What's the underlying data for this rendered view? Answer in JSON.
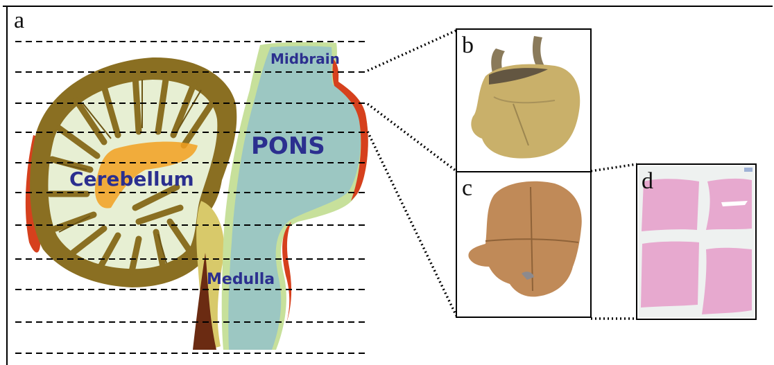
{
  "panels": {
    "a": "a",
    "b": "b",
    "c": "c",
    "d": "d"
  },
  "regions": {
    "midbrain": "Midbrain",
    "pons": "PONS",
    "cerebellum": "Cerebellum",
    "medulla": "Medulla"
  },
  "colors": {
    "pons_fill": "#9cc7c2",
    "cerebellum_fill": "#e7efd3",
    "folia": "#8a6f22",
    "orange_core": "#f2a020",
    "red_rim": "#d6401d",
    "medulla_dark": "#6b2b12",
    "label_text": "#2b2f8f",
    "tissue_b": "#c9b06a",
    "tissue_c": "#c08a58",
    "slide_pink": "#e7a9cf"
  }
}
